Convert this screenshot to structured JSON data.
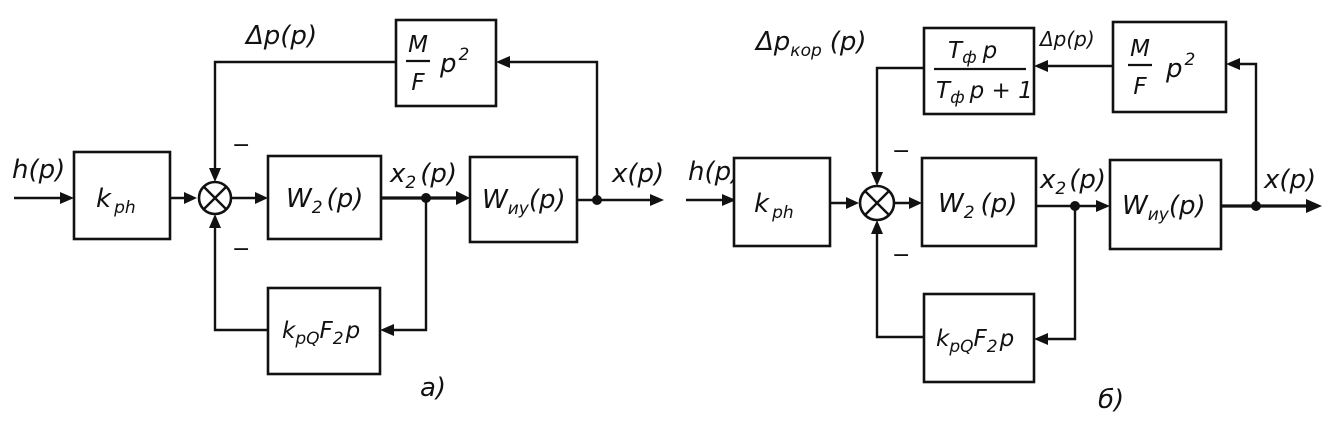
{
  "a": {
    "input": "h(p)",
    "k_ph": {
      "main": "k",
      "sub": "ph"
    },
    "W2": {
      "main": "W",
      "sub": "2",
      "arg": "(p)"
    },
    "x2": {
      "main": "x",
      "sub": "2",
      "arg": "(p)"
    },
    "Wiu": {
      "main": "W",
      "sub": "иу",
      "arg": "(p)"
    },
    "output": "x(p)",
    "mf": {
      "num": "M",
      "den": "F",
      "p": "p",
      "sup": "2"
    },
    "dp": "Δp(p)",
    "kpq": {
      "k": "k",
      "ksub": "pQ",
      "f": "F",
      "fsub": "2",
      "p": "p"
    },
    "minus_top": "−",
    "minus_bottom": "−",
    "caption": "а)"
  },
  "b": {
    "input": "h(p)",
    "k_ph": {
      "main": "k",
      "sub": "ph"
    },
    "W2": {
      "main": "W",
      "sub": "2",
      "arg": "(p)"
    },
    "x2": {
      "main": "x",
      "sub": "2",
      "arg": "(p)"
    },
    "Wiu": {
      "main": "W",
      "sub": "иу",
      "arg": "(p)"
    },
    "output": "x(p)",
    "mf": {
      "num": "M",
      "den": "F",
      "p": "p",
      "sup": "2"
    },
    "dp": "Δp(p)",
    "dpkor": {
      "main": "Δp",
      "sub": "кор",
      "arg": "(p)"
    },
    "filter": {
      "T": "T",
      "Tsub": "ф",
      "num_p": "p",
      "den_p": "p + 1"
    },
    "kpq": {
      "k": "k",
      "ksub": "pQ",
      "f": "F",
      "fsub": "2",
      "p": "p"
    },
    "minus_top": "−",
    "minus_bottom": "−",
    "caption": "б)"
  }
}
